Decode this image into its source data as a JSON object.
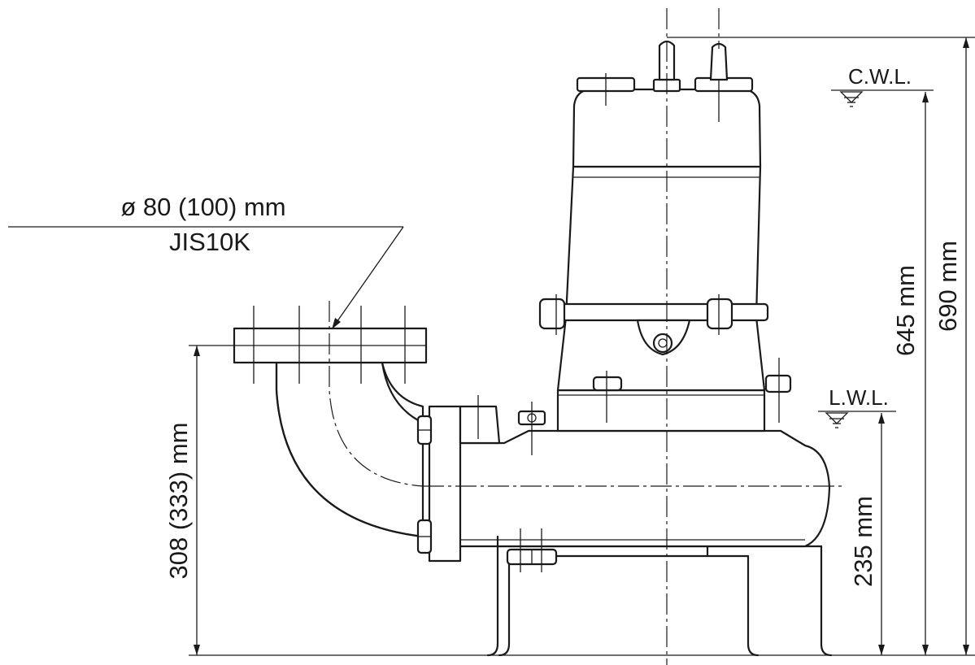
{
  "labels": {
    "flange_size": "ø 80 (100) mm",
    "flange_std": "JIS10K",
    "cwl": "C.W.L.",
    "lwl": "L.W.L.",
    "dim_outlet_height": "308 (333) mm",
    "dim_cwl": "645 mm",
    "dim_total": "690 mm",
    "dim_lwl": "235 mm"
  },
  "colors": {
    "line": "#1a1a1a",
    "background": "#ffffff"
  }
}
